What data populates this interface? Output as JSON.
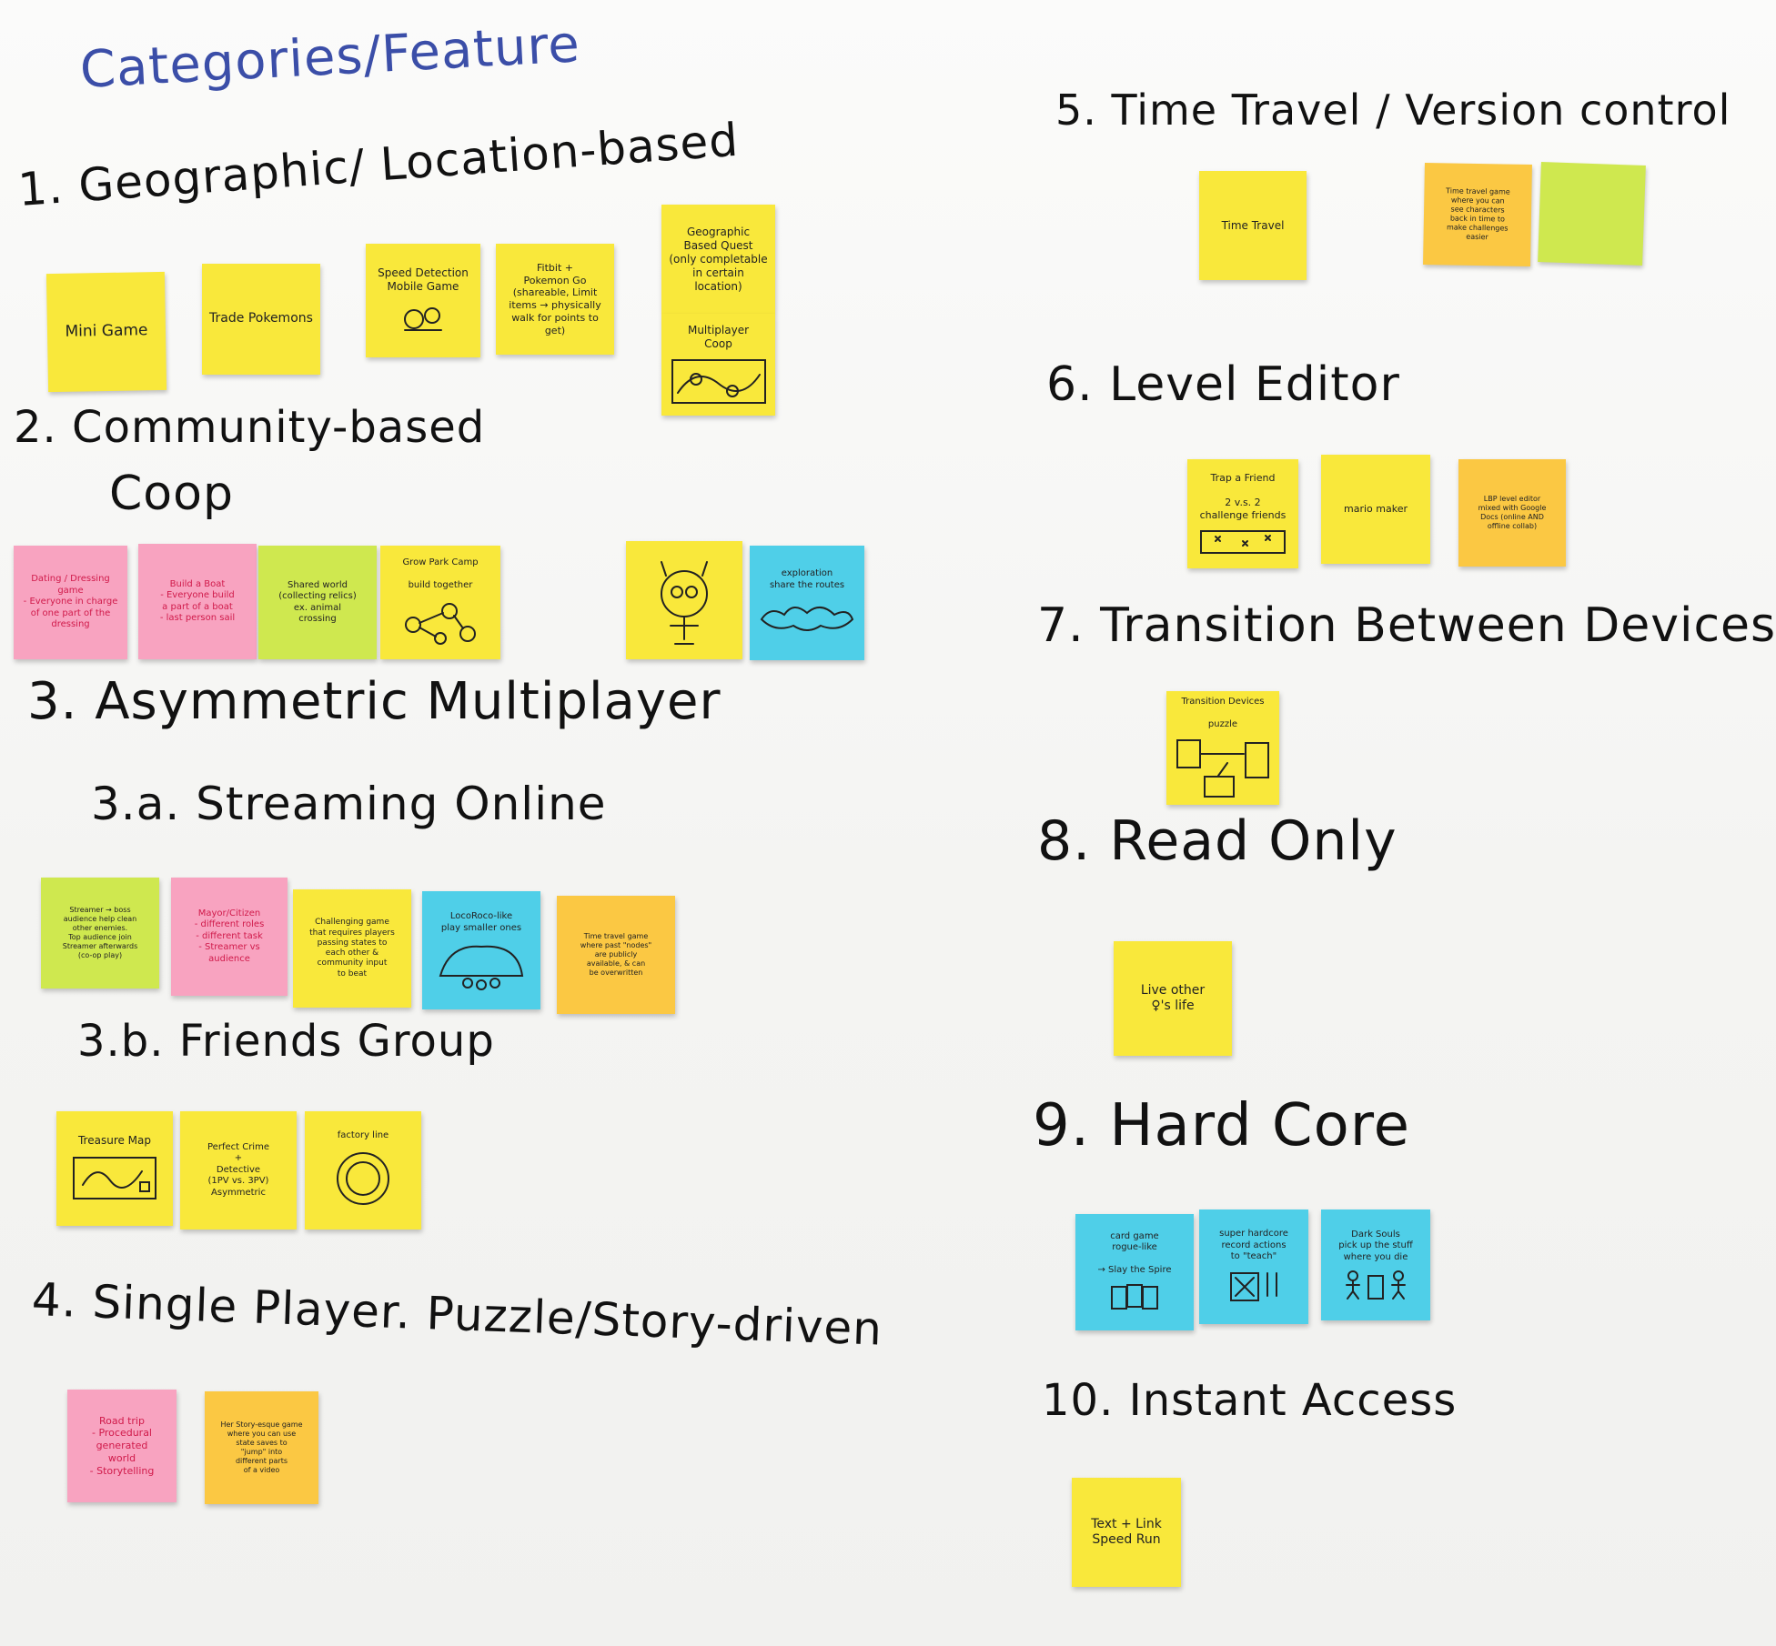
{
  "title": "Categories/Feature",
  "colors": {
    "title": "#3b4ea8",
    "ink": "#111111",
    "yellow": "#f9e83b",
    "orange": "#fbc843",
    "pink": "#f8a3c0",
    "blue": "#4fcfe8",
    "lime": "#cfe84f",
    "ink_pink": "#d01a4a"
  },
  "sections": [
    {
      "label": "1. Geographic/ Location-based"
    },
    {
      "label": "2. Community-based"
    },
    {
      "label": "Coop"
    },
    {
      "label": "3. Asymmetric Multiplayer"
    },
    {
      "label": "3.a. Streaming Online"
    },
    {
      "label": "3.b. Friends Group"
    },
    {
      "label": "4. Single Player. Puzzle/Story-driven"
    },
    {
      "label": "5. Time Travel / Version control"
    },
    {
      "label": "6. Level Editor"
    },
    {
      "label": "7. Transition Between Devices"
    },
    {
      "label": "8. Read Only"
    },
    {
      "label": "9. Hard Core"
    },
    {
      "label": "10. Instant Access"
    }
  ],
  "notes": [
    {
      "name": "note-mini-game",
      "color": "yellow",
      "text": "Mini Game"
    },
    {
      "name": "note-trade-pokemons",
      "color": "yellow",
      "text": "Trade Pokemons"
    },
    {
      "name": "note-speed-detection",
      "color": "yellow",
      "text": "Speed Detection\nMobile Game",
      "sketch": "sketch-icon"
    },
    {
      "name": "note-fitbit-pokemon-go",
      "color": "yellow",
      "text": "Fitbit +\nPokemon Go\n(shareable, Limit\nitems → physically\nwalk for points to get)"
    },
    {
      "name": "note-geographic-quest",
      "color": "yellow",
      "text": "Geographic\nBased Quest\n(only completable\nin certain location)"
    },
    {
      "name": "note-multiplayer-coop",
      "color": "yellow",
      "text": "Multiplayer\nCoop",
      "sketch": "map-sketch-icon"
    },
    {
      "name": "note-dating-dressing",
      "color": "pink",
      "text": "Dating / Dressing\ngame\n- Everyone in charge\nof one part of the dressing"
    },
    {
      "name": "note-build-a-boat",
      "color": "pink",
      "text": "Build a Boat\n- Everyone build\na part of a boat\n- last person sail"
    },
    {
      "name": "note-shared-world",
      "color": "lime",
      "text": "Shared world\n(collecting relics)\nex. animal\ncrossing"
    },
    {
      "name": "note-grow-park-camp",
      "color": "yellow",
      "text": "Grow Park Camp\n\nbuild together",
      "sketch": "network-sketch-icon"
    },
    {
      "name": "note-character-sketch",
      "color": "yellow",
      "text": "",
      "sketch": "character-sketch-icon"
    },
    {
      "name": "note-exploration",
      "color": "blue",
      "text": "exploration\nshare the routes",
      "sketch": "cloud-sketch-icon"
    },
    {
      "name": "note-streamer-boss",
      "color": "lime",
      "text": "Streamer → boss\naudience help clean\nother enemies.\nTop audience join\nStreamer afterwards\n(co-op play)"
    },
    {
      "name": "note-mayor-citizen",
      "color": "pink",
      "text": "Mayor/Citizen\n- different roles\n- different task\n- Streamer vs\naudience"
    },
    {
      "name": "note-challenging-game",
      "color": "yellow",
      "text": "Challenging game\nthat requires players\npassing states to\neach other &\ncommunity input\nto beat"
    },
    {
      "name": "note-locoroco",
      "color": "blue",
      "text": "LocoRoco-like\nplay smaller ones",
      "sketch": "blob-sketch-icon"
    },
    {
      "name": "note-time-travel-game",
      "color": "orange",
      "text": "Time travel game\nwhere past \"nodes\"\nare publicly\navailable, & can\nbe overwritten"
    },
    {
      "name": "note-treasure-map",
      "color": "yellow",
      "text": "Treasure Map",
      "sketch": "treasure-map-sketch-icon"
    },
    {
      "name": "note-perfect-crime",
      "color": "yellow",
      "text": "Perfect Crime\n+\nDetective\n(1PV vs. 3PV)\nAsymmetric"
    },
    {
      "name": "note-factory-line",
      "color": "yellow",
      "text": "factory line",
      "sketch": "ring-sketch-icon"
    },
    {
      "name": "note-road-trip",
      "color": "pink",
      "text": "Road trip\n- Procedural generated\nworld\n- Storytelling"
    },
    {
      "name": "note-story-game",
      "color": "orange",
      "text": "Her Story-esque game\nwhere you can use\nstate saves to\n\"jump\" into\ndifferent parts\nof a video"
    },
    {
      "name": "note-time-travel",
      "color": "yellow",
      "text": "Time Travel"
    },
    {
      "name": "note-time-travel-orange",
      "color": "orange",
      "text": "Time travel game\nwhere you can\nsee characters\nback in time to\nmake challenges\neasier"
    },
    {
      "name": "note-time-travel-lime",
      "color": "lime",
      "text": ""
    },
    {
      "name": "note-trap-a-friend",
      "color": "yellow",
      "text": "Trap a Friend\n\n2 v.s. 2\nchallenge friends",
      "sketch": "grid-sketch-icon"
    },
    {
      "name": "note-mario-maker",
      "color": "yellow",
      "text": "mario maker"
    },
    {
      "name": "note-lbp-level-editor",
      "color": "orange",
      "text": "LBP level editor\nmixed with Google\nDocs (online AND\noffline collab)"
    },
    {
      "name": "note-transition-devices",
      "color": "yellow",
      "text": "Transition Devices\n\npuzzle",
      "sketch": "devices-sketch-icon"
    },
    {
      "name": "note-live-others-life",
      "color": "yellow",
      "text": "Live other\n♀'s life"
    },
    {
      "name": "note-card-game",
      "color": "blue",
      "text": "card game\nrogue-like\n\n→ Slay the Spire",
      "sketch": "cards-sketch-icon"
    },
    {
      "name": "note-super-hardcore",
      "color": "blue",
      "text": "super hardcore\nrecord actions\nto \"teach\"",
      "sketch": "box-sketch-icon"
    },
    {
      "name": "note-where-you-die",
      "color": "blue",
      "text": "Dark Souls\npick up the stuff\nwhere you die",
      "sketch": "stickfigure-sketch-icon"
    },
    {
      "name": "note-text-link-speedrun",
      "color": "yellow",
      "text": "Text + Link\nSpeed Run"
    }
  ]
}
